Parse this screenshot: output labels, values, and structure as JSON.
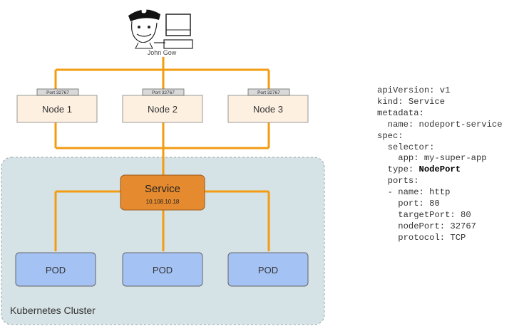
{
  "user": {
    "name": "John Gow",
    "avatar_icon": "pirate-user-at-computer-icon"
  },
  "nodes": [
    {
      "label": "Node 1",
      "port": "Port 32767"
    },
    {
      "label": "Node 2",
      "port": "Port 32767"
    },
    {
      "label": "Node 3",
      "port": "Port 32767"
    }
  ],
  "service": {
    "title": "Service",
    "ip": "10.108.10.18"
  },
  "pods": [
    {
      "label": "POD"
    },
    {
      "label": "POD"
    },
    {
      "label": "POD"
    }
  ],
  "cluster": {
    "label": "Kubernetes Cluster"
  },
  "yaml": {
    "lines": [
      "apiVersion: v1",
      "kind: Service",
      "metadata:",
      "  name: nodeport-service",
      "spec:",
      "  selector:",
      "    app: my-super-app",
      "  type: ",
      "  ports:",
      "  - name: http",
      "    port: 80",
      "    targetPort: 80",
      "    nodePort: 32767",
      "    protocol: TCP"
    ],
    "type_value": "NodePort"
  },
  "colors": {
    "line": "#f39c12",
    "node_fill": "#fdf0e1",
    "service_fill": "#e58a2e",
    "pod_fill": "#a4c2f4",
    "cluster_fill": "#d5e2e6"
  }
}
